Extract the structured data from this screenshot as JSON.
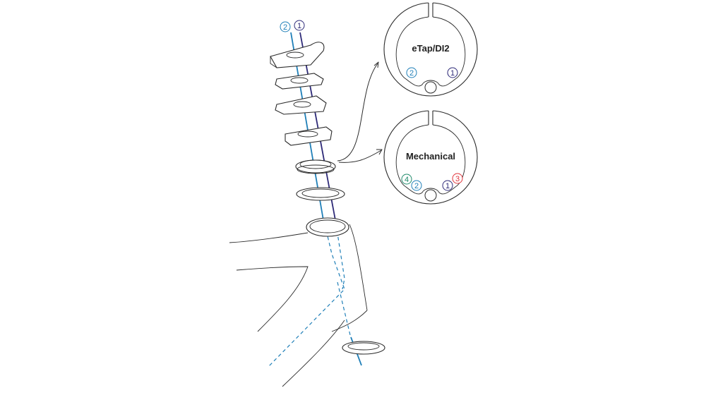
{
  "colors": {
    "cable1": "#2e2a78",
    "cable2": "#1f7fb8",
    "cable3": "#e0333a",
    "cable4": "#1f8a6a",
    "outline": "#2a2a2a"
  },
  "stack": {
    "labels": [
      {
        "num": "2",
        "color": "#1f7fb8"
      },
      {
        "num": "1",
        "color": "#2e2a78"
      }
    ]
  },
  "panels": [
    {
      "title": "eTap/DI2",
      "ports": [
        {
          "num": "2",
          "color": "#1f7fb8"
        },
        {
          "num": "1",
          "color": "#2e2a78"
        }
      ]
    },
    {
      "title": "Mechanical",
      "ports": [
        {
          "num": "4",
          "color": "#1f8a6a"
        },
        {
          "num": "2",
          "color": "#1f7fb8"
        },
        {
          "num": "1",
          "color": "#2e2a78"
        },
        {
          "num": "3",
          "color": "#e0333a"
        }
      ]
    }
  ]
}
